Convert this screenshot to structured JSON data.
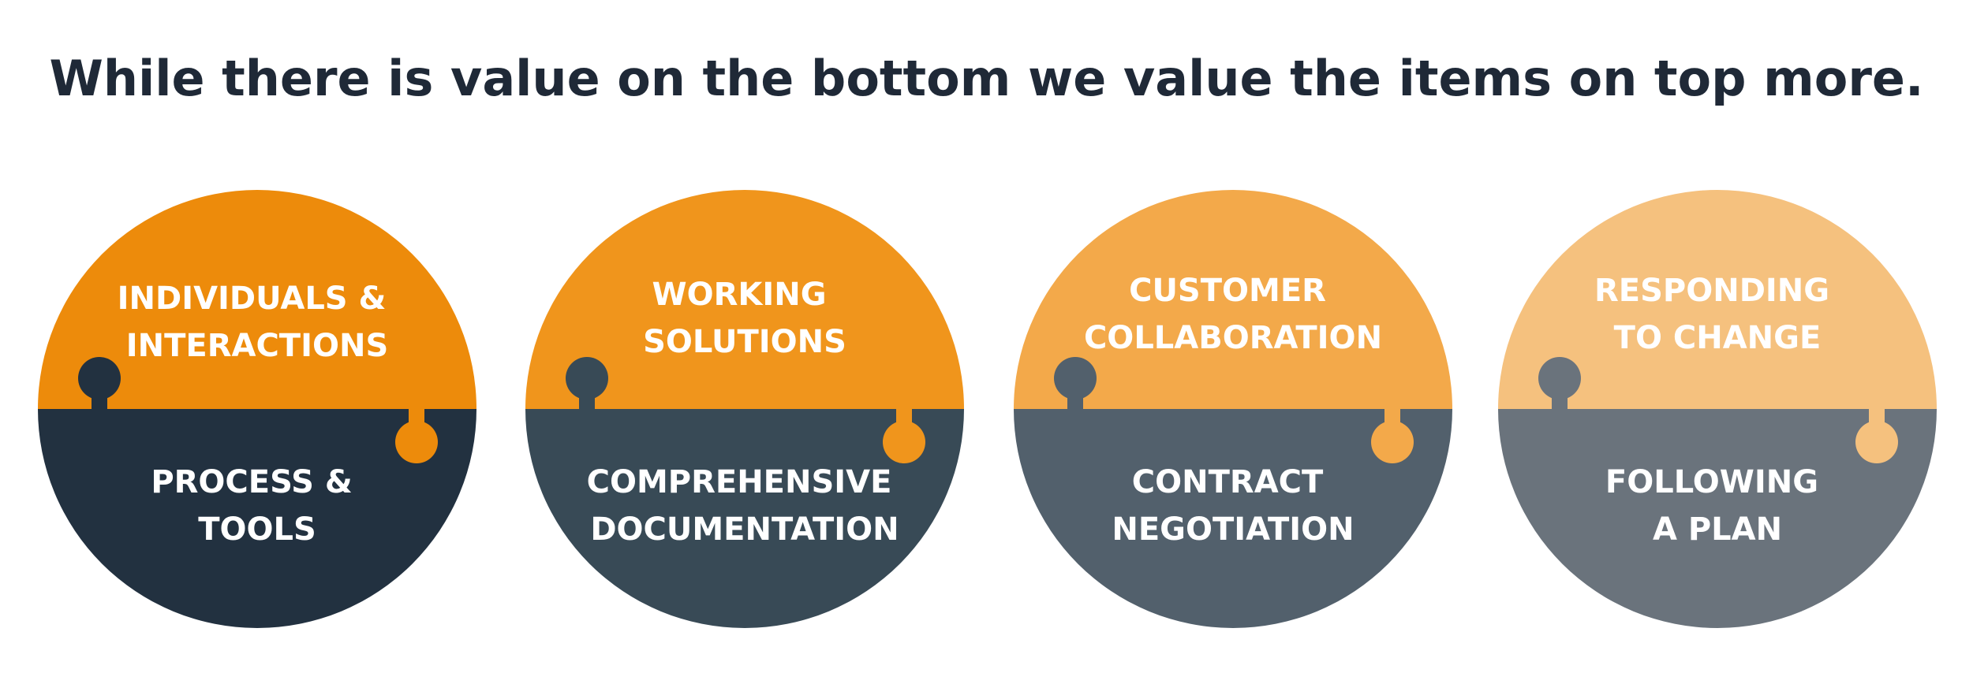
{
  "title": "While there is value on the bottom we value the items on top more.",
  "values": [
    {
      "top_lines": [
        "INDIVIDUALS &",
        "INTERACTIONS"
      ],
      "bottom_lines": [
        "PROCESS &",
        "TOOLS"
      ],
      "top_color": "#ED8B0B",
      "bottom_color": "#223140"
    },
    {
      "top_lines": [
        "WORKING",
        "SOLUTIONS"
      ],
      "bottom_lines": [
        "COMPREHENSIVE",
        "DOCUMENTATION"
      ],
      "top_color": "#F0951C",
      "bottom_color": "#384A56"
    },
    {
      "top_lines": [
        "CUSTOMER",
        "COLLABORATION"
      ],
      "bottom_lines": [
        "CONTRACT",
        "NEGOTIATION"
      ],
      "top_color": "#F3A94A",
      "bottom_color": "#52606C"
    },
    {
      "top_lines": [
        "RESPONDING",
        "TO CHANGE"
      ],
      "bottom_lines": [
        "FOLLOWING",
        "A PLAN"
      ],
      "top_color": "#F5C17E",
      "bottom_color": "#6A737C"
    }
  ]
}
